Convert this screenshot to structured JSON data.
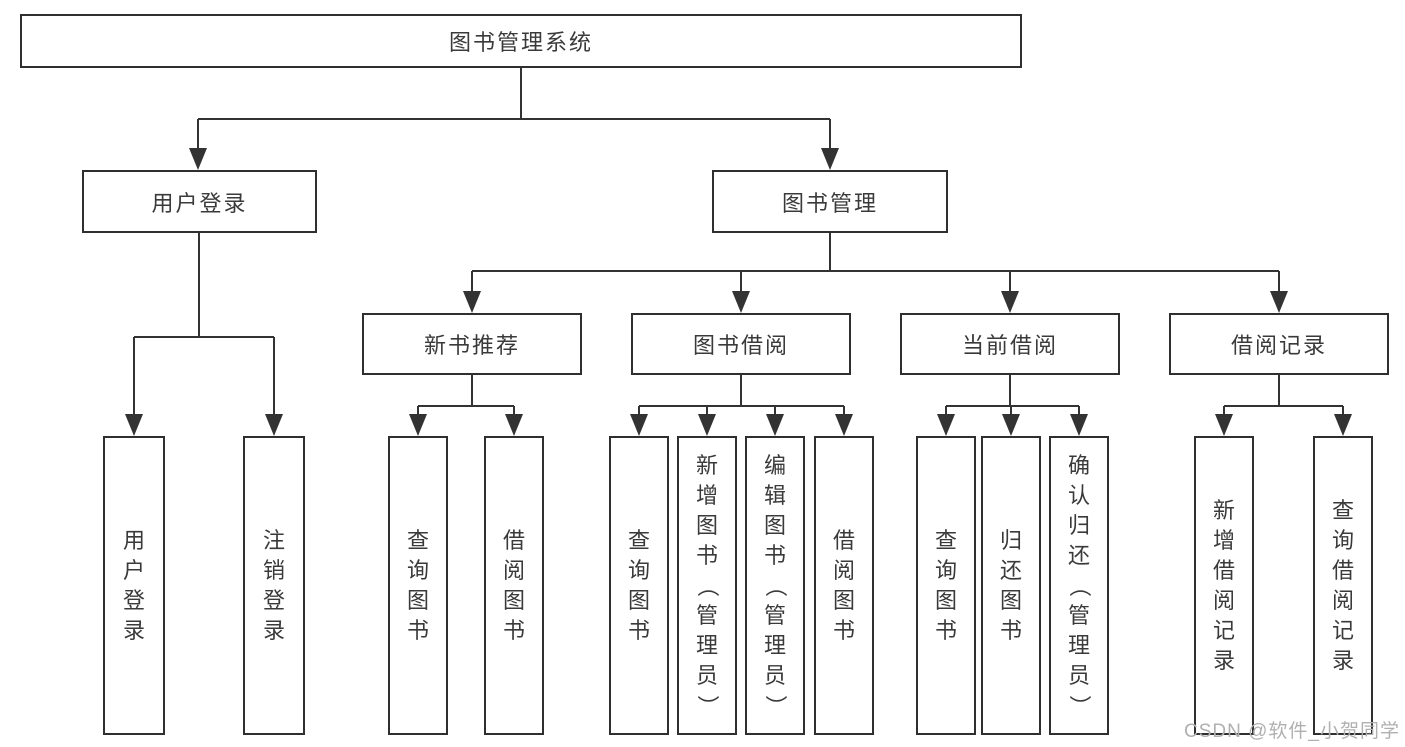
{
  "diagram": {
    "root": {
      "label": "图书管理系统"
    },
    "level2": [
      {
        "label": "用户登录"
      },
      {
        "label": "图书管理"
      }
    ],
    "level3": [
      {
        "label": "新书推荐"
      },
      {
        "label": "图书借阅"
      },
      {
        "label": "当前借阅"
      },
      {
        "label": "借阅记录"
      }
    ],
    "leaves": {
      "user_login": [
        "用户登录",
        "注销登录"
      ],
      "new_books": [
        "查询图书",
        "借阅图书"
      ],
      "book_borrow": [
        "查询图书",
        "新增图书（管理员）",
        "编辑图书（管理员）",
        "借阅图书"
      ],
      "current_borrow": [
        "查询图书",
        "归还图书",
        "确认归还（管理员）"
      ],
      "borrow_records": [
        "新增借阅记录",
        "查询借阅记录"
      ]
    }
  },
  "watermark": "CSDN @软件_小贺同学",
  "colors": {
    "line": "#333333",
    "box_border": "#2f2f2f",
    "text": "#3a3a3a",
    "watermark": "#b0b0b0",
    "background": "#ffffff"
  }
}
